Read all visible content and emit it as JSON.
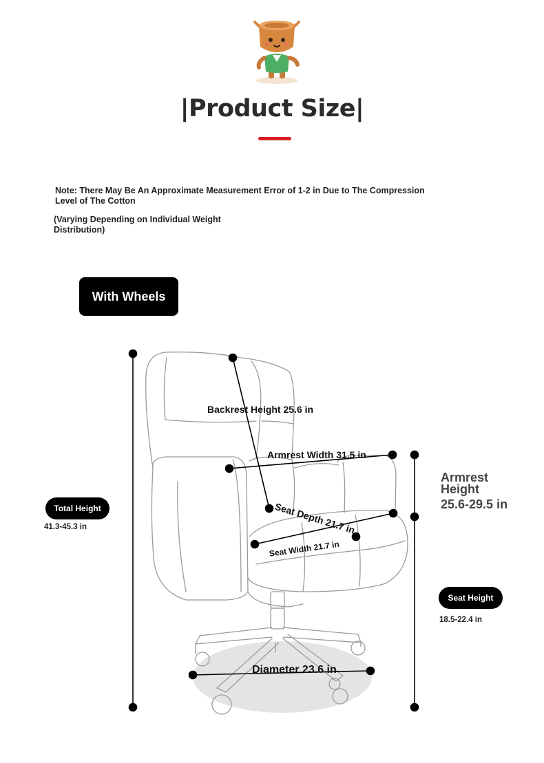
{
  "header": {
    "title": "|Product Size|"
  },
  "notes": {
    "main": "Note: There May Be An Approximate Measurement Error of 1-2 in Due to The Compression Level of The Cotton",
    "sub": "(Varying Depending on Individual Weight Distribution)"
  },
  "badge": {
    "label": "With Wheels"
  },
  "measurements": {
    "backrest_height": "Backrest Height 25.6 in",
    "armrest_width": "Armrest Width 31.5 in",
    "seat_depth": "Seat Depth 21.7 in",
    "seat_width": "Seat Width 21.7 in",
    "diameter": "Diameter 23.6 in",
    "armrest_height_label": "Armrest Height",
    "armrest_height_value": "25.6-29.5 in",
    "total_height_label": "Total Height",
    "total_height_value": "41.3-45.3 in",
    "seat_height_label": "Seat Height",
    "seat_height_value": "18.5-22.4 in"
  },
  "colors": {
    "accent": "#d91f26",
    "badge_bg": "#000000",
    "outline": "#9a9a9a"
  },
  "icons": {
    "mascot": "tree-stump-mascot-icon",
    "chair": "office-chair-outline"
  }
}
